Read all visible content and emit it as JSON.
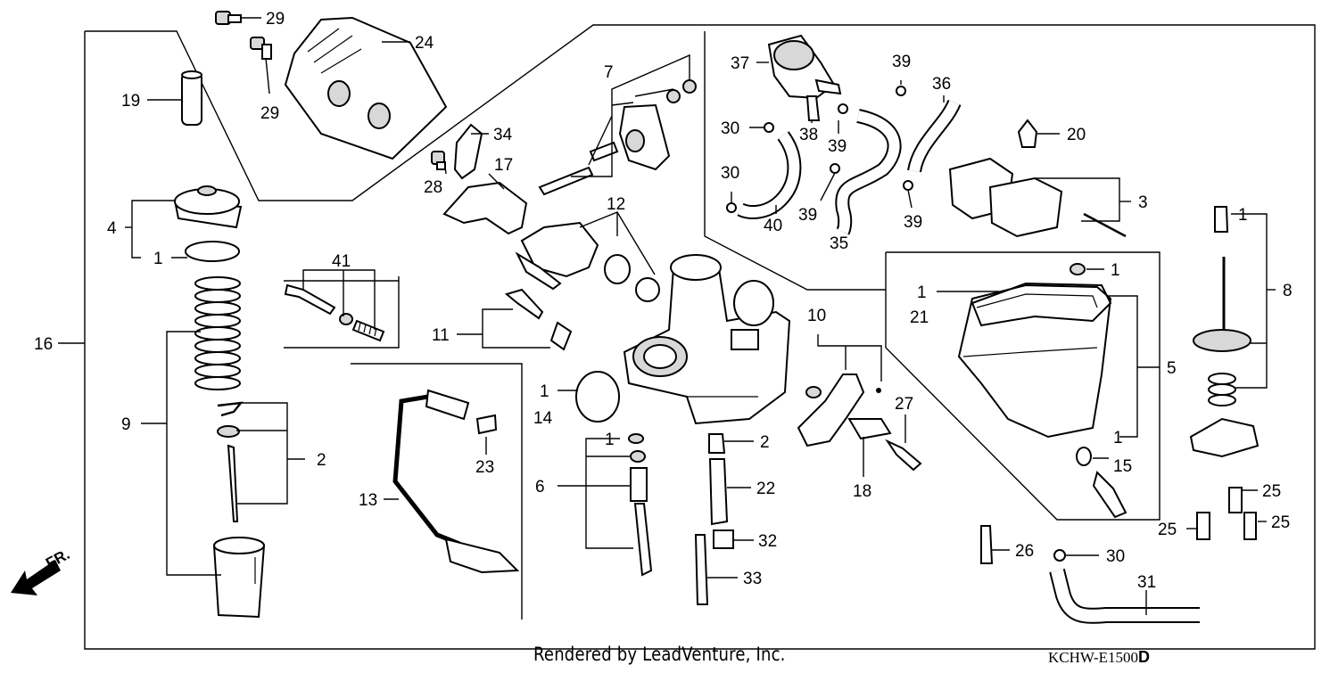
{
  "diagram": {
    "labels": [
      {
        "text": "29"
      },
      {
        "text": "29"
      },
      {
        "text": "24"
      },
      {
        "text": "19"
      },
      {
        "text": "4"
      },
      {
        "text": "1"
      },
      {
        "text": "16"
      },
      {
        "text": "9"
      },
      {
        "text": "2"
      },
      {
        "text": "41"
      },
      {
        "text": "7"
      },
      {
        "text": "34"
      },
      {
        "text": "17"
      },
      {
        "text": "28"
      },
      {
        "text": "12"
      },
      {
        "text": "11"
      },
      {
        "text": "1"
      },
      {
        "text": "14"
      },
      {
        "text": "13"
      },
      {
        "text": "23"
      },
      {
        "text": "1"
      },
      {
        "text": "6"
      },
      {
        "text": "2"
      },
      {
        "text": "22"
      },
      {
        "text": "32"
      },
      {
        "text": "33"
      },
      {
        "text": "10"
      },
      {
        "text": "27"
      },
      {
        "text": "18"
      },
      {
        "text": "37"
      },
      {
        "text": "39"
      },
      {
        "text": "36"
      },
      {
        "text": "30"
      },
      {
        "text": "38"
      },
      {
        "text": "39"
      },
      {
        "text": "30"
      },
      {
        "text": "40"
      },
      {
        "text": "39"
      },
      {
        "text": "35"
      },
      {
        "text": "39"
      },
      {
        "text": "20"
      },
      {
        "text": "3"
      },
      {
        "text": "1"
      },
      {
        "text": "1"
      },
      {
        "text": "21"
      },
      {
        "text": "5"
      },
      {
        "text": "1"
      },
      {
        "text": "15"
      },
      {
        "text": "1"
      },
      {
        "text": "8"
      },
      {
        "text": "25"
      },
      {
        "text": "25"
      },
      {
        "text": "25"
      },
      {
        "text": "26"
      },
      {
        "text": "30"
      },
      {
        "text": "31"
      }
    ],
    "front_marker": "FR."
  },
  "footer": {
    "credit": "Rendered by LeadVenture, Inc.",
    "code": "KCHW-E1500",
    "code_suffix": "D"
  }
}
